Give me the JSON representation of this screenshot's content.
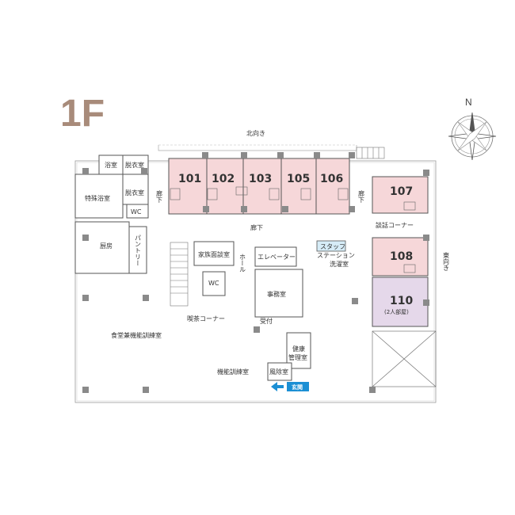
{
  "floor": "1F",
  "compass": {
    "north_label": "N"
  },
  "orientation": {
    "north": "北向き",
    "east": "東向き"
  },
  "colors": {
    "private_room": "#f6d7d9",
    "double_room": "#e5d8ea",
    "staff": "#d6ecf7",
    "entrance": "#1b8fd4",
    "column": "#8a8a8a",
    "wall": "#555555",
    "floor_label": "#a88b7a"
  },
  "rooms": {
    "r101": "101",
    "r102": "102",
    "r103": "103",
    "r105": "105",
    "r106": "106",
    "r107": "107",
    "r108": "108",
    "r110": "110",
    "r110_note": "(2人部屋)"
  },
  "labels": {
    "bath": "浴室",
    "dressing1": "脱衣室",
    "dressing2": "脱衣室",
    "special_bath": "特殊浴室",
    "wc1": "WC",
    "wc2": "WC",
    "kitchen": "厨房",
    "pantry": "パントリー",
    "corridor_left": "廊下",
    "corridor_center": "廊下",
    "corridor_right": "廊下",
    "family_room": "家族面談室",
    "elevator": "エレベーター",
    "staff_station_1": "スタッフ",
    "staff_station_2": "ステーション",
    "laundry": "洗濯室",
    "hall": "ホール",
    "office": "事務室",
    "reception": "受付",
    "health_1": "健康",
    "health_2": "管理室",
    "bath_room": "風除室",
    "entrance": "玄関",
    "tea_corner": "喫茶コーナー",
    "dining": "食堂兼機能訓練室",
    "training": "機能訓練室",
    "talk_corner": "談話コーナー"
  }
}
